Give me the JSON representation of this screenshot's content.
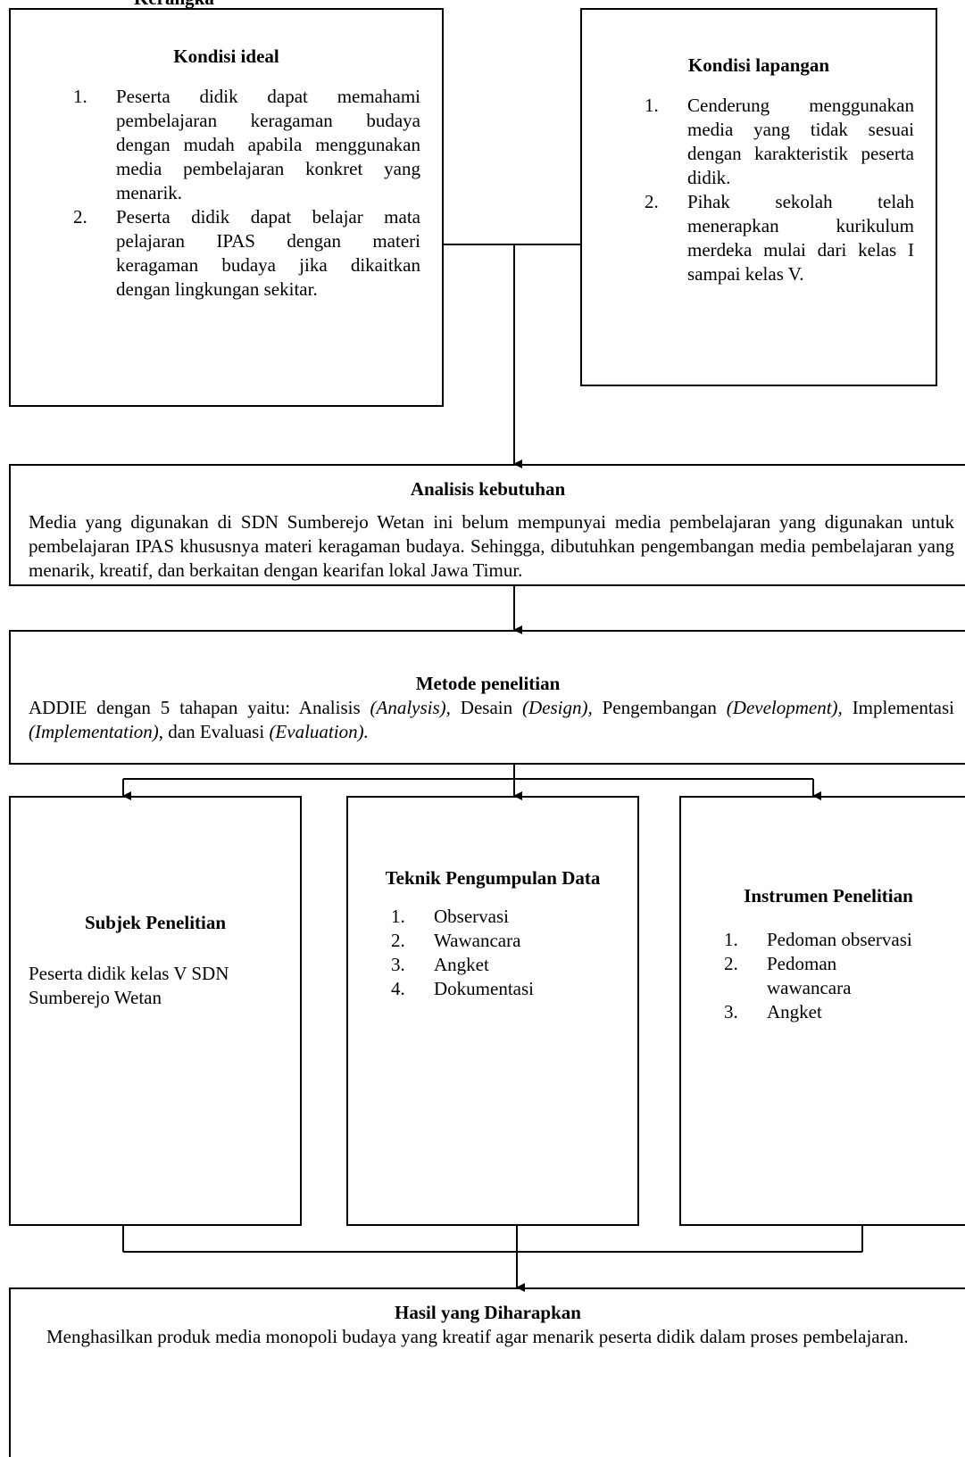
{
  "header": {
    "title": "Kerangka"
  },
  "kondisi_ideal": {
    "title": "Kondisi ideal",
    "items": [
      "Peserta didik dapat memahami pembelajaran keragaman budaya dengan mudah apabila menggunakan media pembelajaran konkret yang menarik.",
      "Peserta didik dapat belajar mata pelajaran IPAS dengan materi keragaman budaya jika dikaitkan dengan lingkungan sekitar."
    ]
  },
  "kondisi_lapangan": {
    "title": "Kondisi lapangan",
    "items": [
      "Cenderung menggunakan media yang tidak sesuai dengan karakteristik peserta didik.",
      "Pihak sekolah telah menerapkan kurikulum merdeka mulai dari kelas I sampai kelas V."
    ]
  },
  "analisis": {
    "title": "Analisis kebutuhan",
    "body": "Media yang digunakan di SDN Sumberejo Wetan ini belum mempunyai media pembelajaran yang digunakan untuk pembelajaran IPAS khususnya materi keragaman budaya. Sehingga, dibutuhkan pengembangan media pembelajaran yang menarik, kreatif, dan berkaitan dengan kearifan lokal Jawa Timur."
  },
  "metode": {
    "title": "Metode penelitian",
    "parts": [
      "ADDIE dengan 5 tahapan yaitu: Analisis ",
      "(Analysis),",
      " Desain ",
      "(Design),",
      " Pengembangan ",
      "(Development),",
      " Implementasi ",
      "(Implementation)",
      ", dan Evaluasi ",
      "(Evaluation)."
    ]
  },
  "subjek": {
    "title": "Subjek Penelitian",
    "body": "Peserta didik kelas V SDN Sumberejo Wetan"
  },
  "teknik": {
    "title": "Teknik Pengumpulan Data",
    "items": [
      "Observasi",
      "Wawancara",
      "Angket",
      "Dokumentasi"
    ]
  },
  "instrumen": {
    "title": "Instrumen Penelitian",
    "items": [
      "Pedoman observasi",
      "Pedoman wawancara",
      "Angket"
    ]
  },
  "hasil": {
    "title": "Hasil yang Diharapkan",
    "body": "Menghasilkan produk media monopoli budaya yang kreatif agar menarik peserta didik dalam proses pembelajaran."
  },
  "numbering": [
    "1.",
    "2.",
    "3.",
    "4."
  ]
}
